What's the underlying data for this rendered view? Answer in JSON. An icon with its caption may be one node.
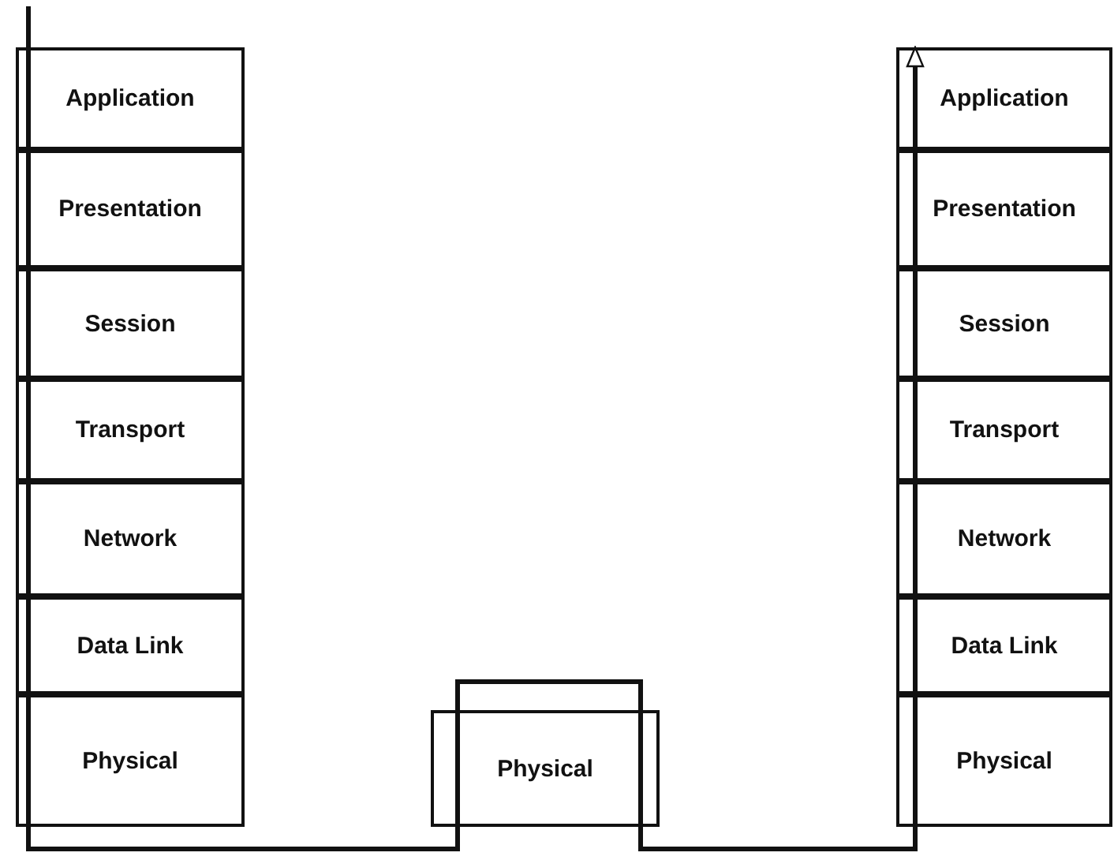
{
  "diagram": {
    "nodes": [
      {
        "text": [
          "Application"
        ]
      },
      {
        "text": [
          "Presentation"
        ]
      },
      {
        "text": [
          "Session"
        ]
      },
      {
        "text": [
          "Transport"
        ]
      },
      {
        "text": [
          "Network"
        ]
      },
      {
        "text": [
          "Data Link"
        ]
      },
      {
        "text": [
          "Physical"
        ]
      },
      {
        "text": [
          "Physical"
        ]
      },
      {
        "text": [
          "Application"
        ]
      },
      {
        "text": [
          "Presentation"
        ]
      },
      {
        "text": [
          "Session"
        ]
      },
      {
        "text": [
          "Transport"
        ]
      },
      {
        "text": [
          "Network"
        ]
      },
      {
        "text": [
          "Data Link"
        ]
      },
      {
        "text": [
          "Physical"
        ]
      }
    ],
    "edges": [
      {
        "from": null,
        "to": 8,
        "arrow": "to"
      }
    ]
  }
}
